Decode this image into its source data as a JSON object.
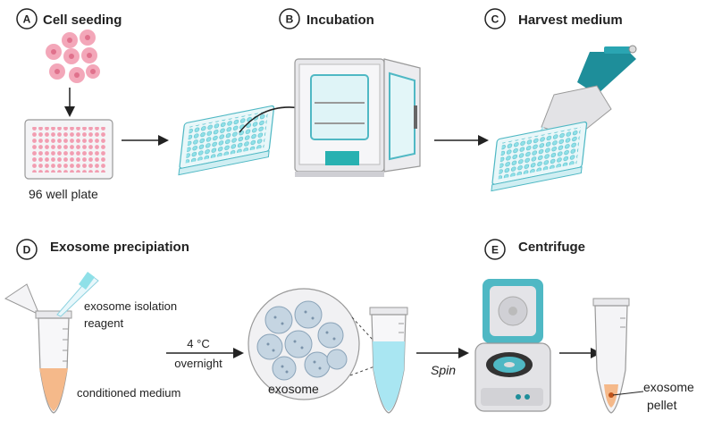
{
  "steps": {
    "A": {
      "letter": "A",
      "title": "Cell seeding"
    },
    "B": {
      "letter": "B",
      "title": "Incubation"
    },
    "C": {
      "letter": "C",
      "title": "Harvest medium"
    },
    "D": {
      "letter": "D",
      "title": "Exosome precipiation"
    },
    "E": {
      "letter": "E",
      "title": "Centrifuge"
    }
  },
  "labels": {
    "plate": "96 well plate",
    "reagent_line1": "exosome isolation",
    "reagent_line2": "reagent",
    "medium": "conditioned medium",
    "temp": "4 °C",
    "overnight": "overnight",
    "exosome": "exosome",
    "spin": "Spin",
    "pellet_line1": "exosome",
    "pellet_line2": "pellet"
  },
  "colors": {
    "cell_pink": "#f29db1",
    "teal": "#4fb8c4",
    "teal_dark": "#1e8e9a",
    "well_cyan": "#8fe0e8",
    "medium_orange": "#f5b98a",
    "liquid_blue": "#a9e6f2"
  }
}
